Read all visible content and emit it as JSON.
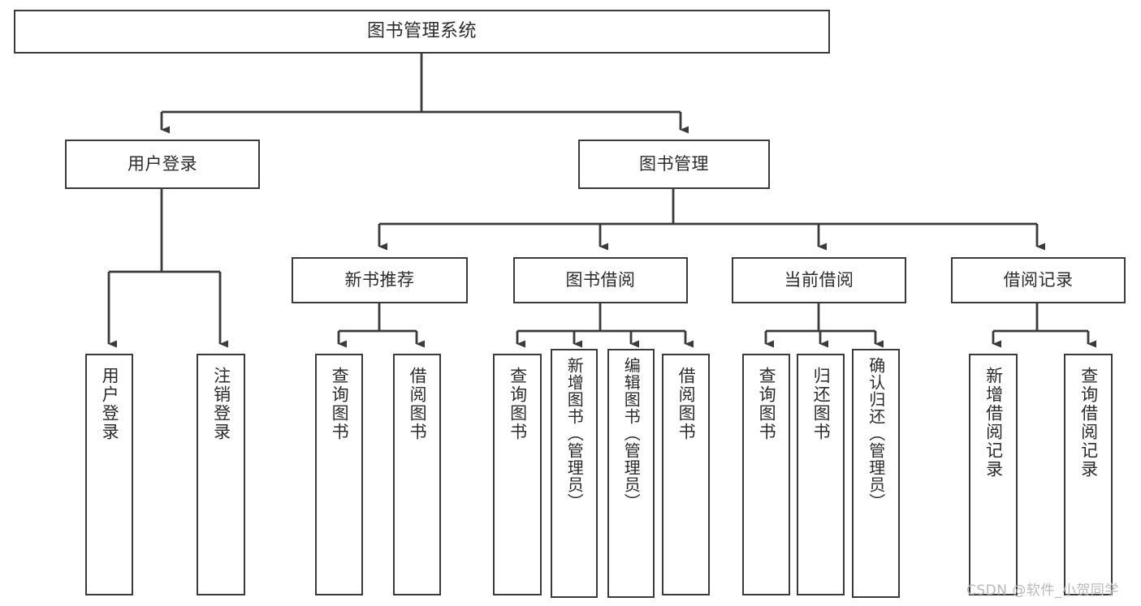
{
  "diagram": {
    "title": "图书管理系统",
    "type": "tree-hierarchy",
    "watermark": "CSDN @软件_小贺同学",
    "style": {
      "stroke": "#3a3a3a",
      "fill": "#ffffff",
      "text": "#2b2b2b",
      "watermark_color": "#b9b9b9"
    },
    "root": {
      "id": "root",
      "label": "图书管理系统"
    },
    "level2": [
      {
        "id": "n-user-login",
        "label": "用户登录"
      },
      {
        "id": "n-book-mgmt",
        "label": "图书管理"
      }
    ],
    "level3": [
      {
        "id": "n-new-book-rec",
        "label": "新书推荐"
      },
      {
        "id": "n-book-borrow",
        "label": "图书借阅"
      },
      {
        "id": "n-current-borrow",
        "label": "当前借阅"
      },
      {
        "id": "n-borrow-record",
        "label": "借阅记录"
      }
    ],
    "leaves": {
      "user_login": [
        {
          "id": "leaf-user-login",
          "label": "用户登录"
        },
        {
          "id": "leaf-logout-login",
          "label": "注销登录"
        }
      ],
      "new_book_rec": [
        {
          "id": "leaf-query-book-1",
          "label": "查询图书"
        },
        {
          "id": "leaf-borrow-book-1",
          "label": "借阅图书"
        }
      ],
      "book_borrow": [
        {
          "id": "leaf-query-book-2",
          "label": "查询图书"
        },
        {
          "id": "leaf-add-book",
          "label": "新增图书（管理员）"
        },
        {
          "id": "leaf-edit-book",
          "label": "编辑图书（管理员）"
        },
        {
          "id": "leaf-borrow-book-2",
          "label": "借阅图书"
        }
      ],
      "current_borrow": [
        {
          "id": "leaf-query-book-3",
          "label": "查询图书"
        },
        {
          "id": "leaf-return-book",
          "label": "归还图书"
        },
        {
          "id": "leaf-confirm-return",
          "label": "确认归还（管理员）"
        }
      ],
      "borrow_record": [
        {
          "id": "leaf-add-record",
          "label": "新增借阅记录"
        },
        {
          "id": "leaf-query-record",
          "label": "查询借阅记录"
        }
      ]
    }
  }
}
